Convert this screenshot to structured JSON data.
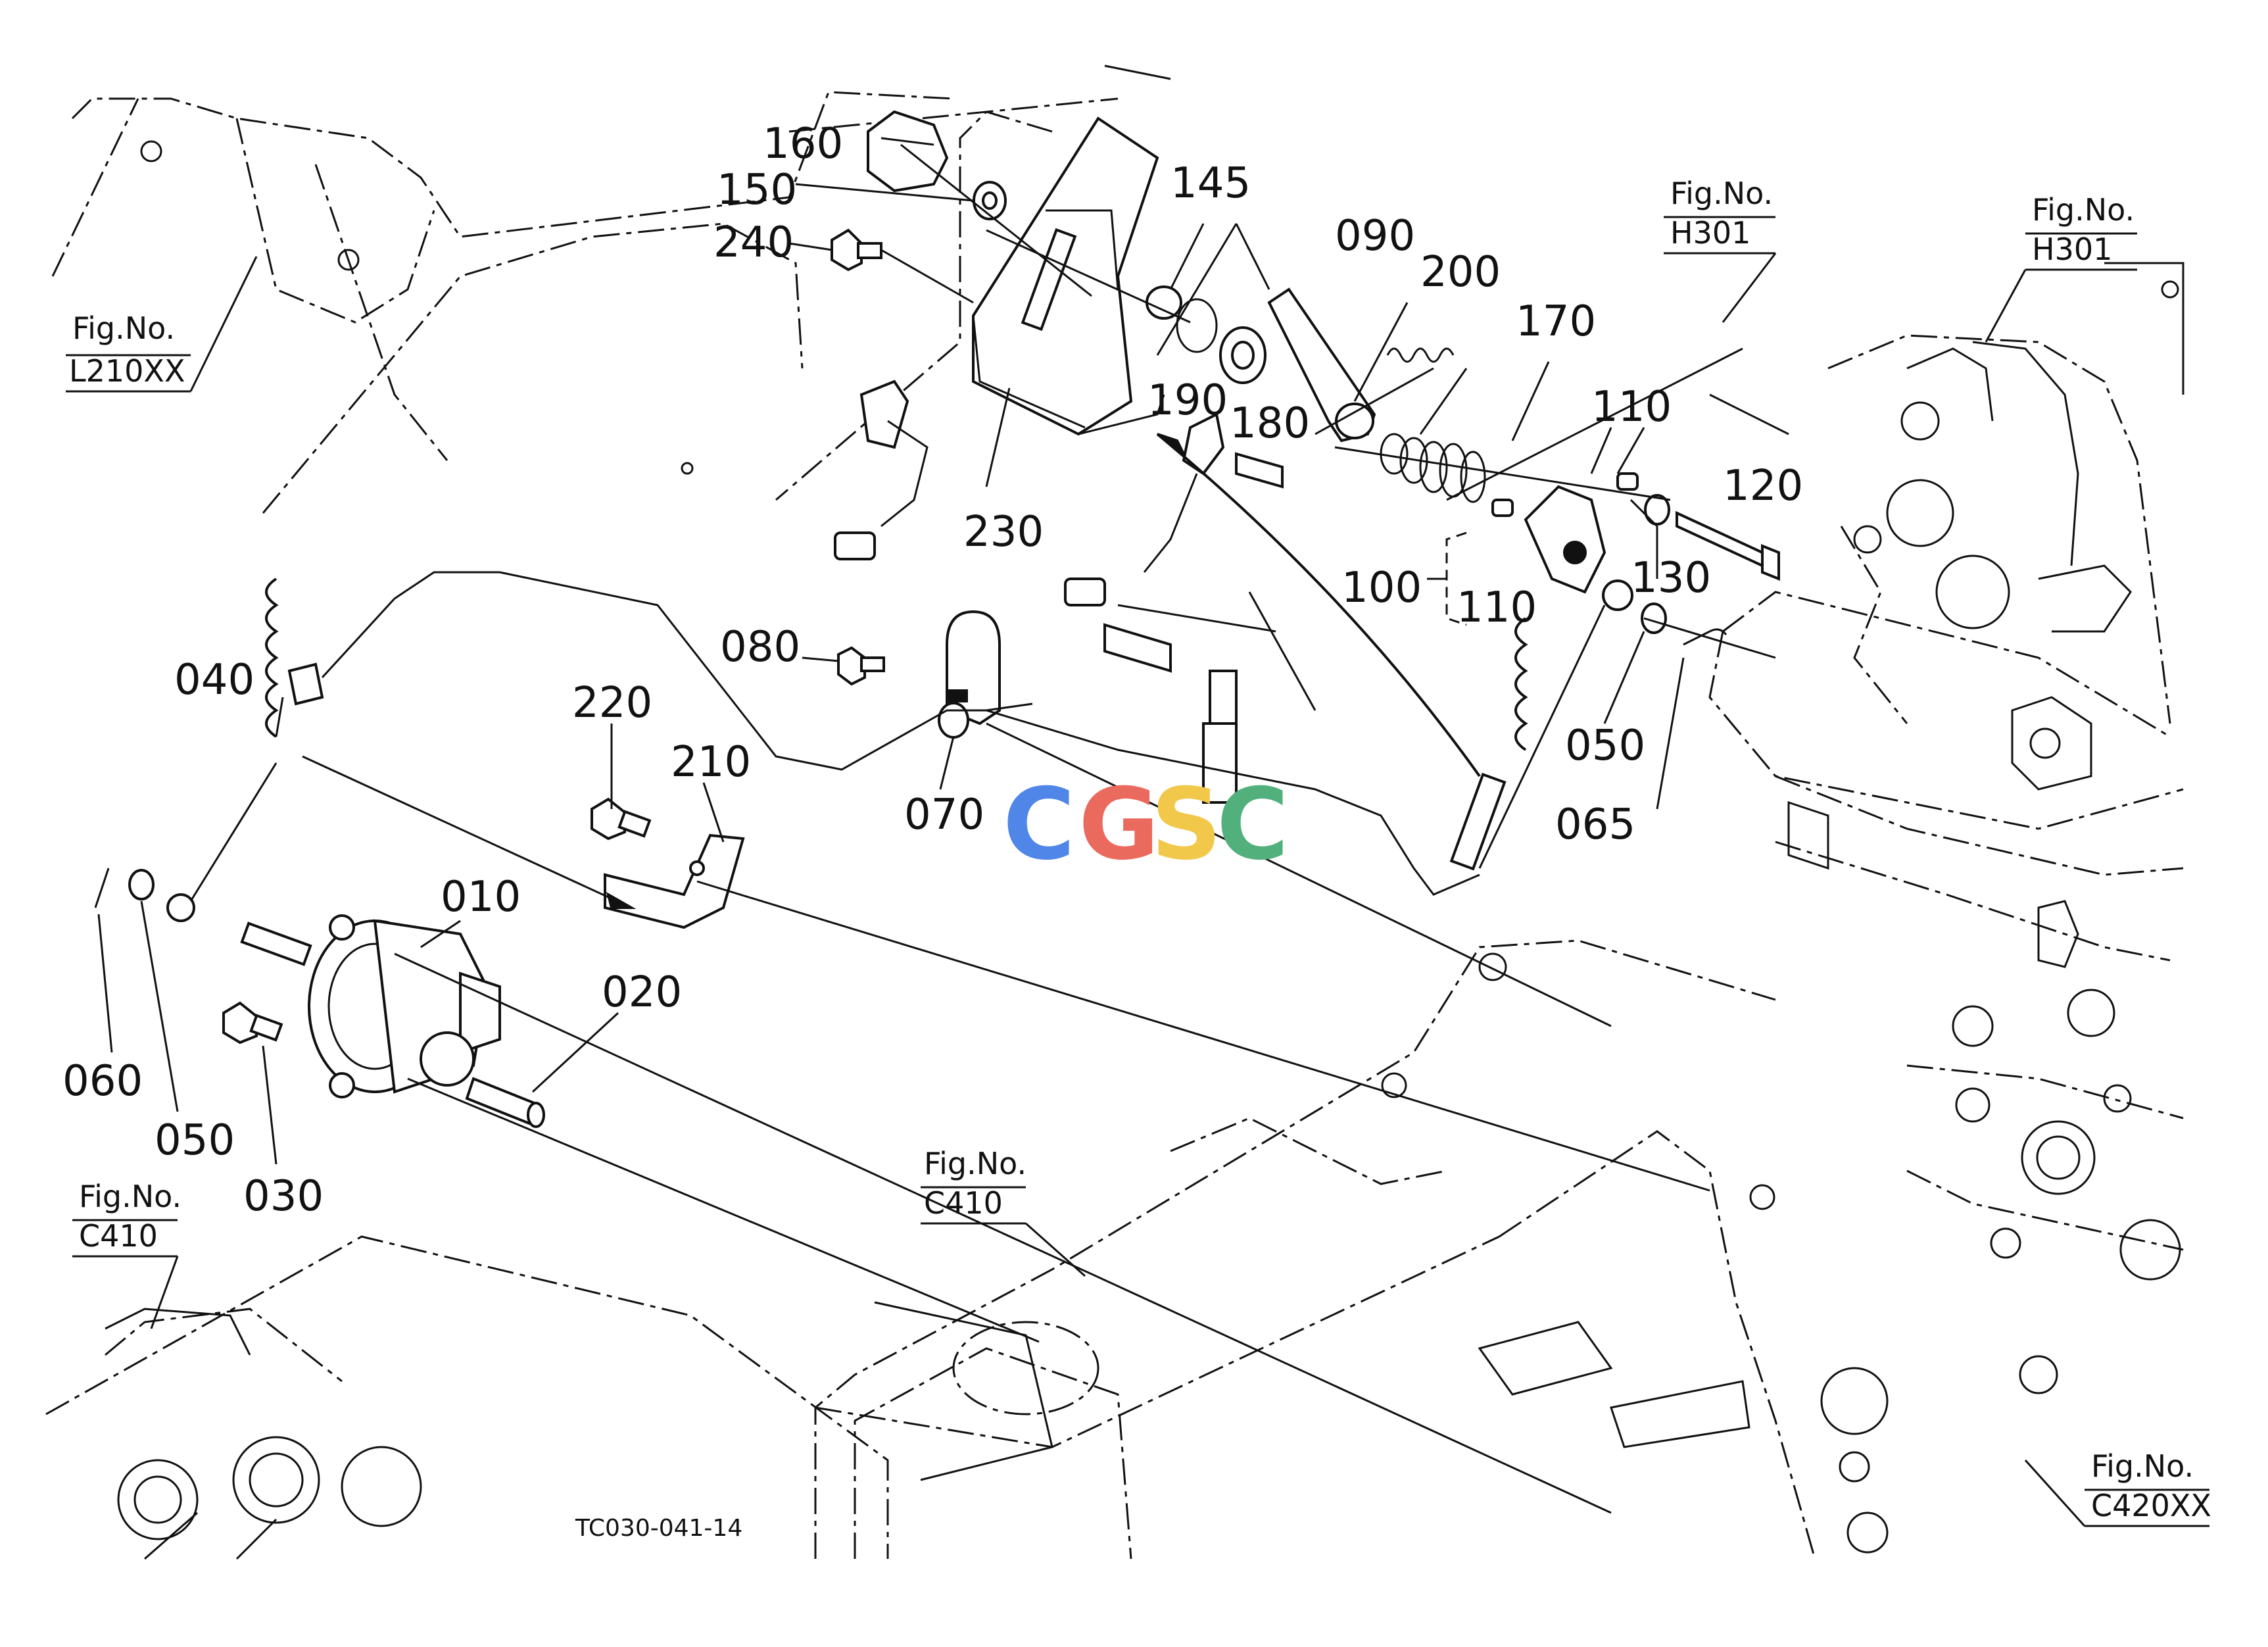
{
  "diagram": {
    "drawing_code": "TC030-041-14",
    "watermark": {
      "letters": [
        "C",
        "G",
        "S",
        "C"
      ],
      "colors": [
        "#4f86e8",
        "#ea6a5e",
        "#f2c84a",
        "#52b07d"
      ]
    },
    "part_labels": [
      "160",
      "150",
      "240",
      "145",
      "090",
      "200",
      "170",
      "190",
      "180",
      "110",
      "120",
      "230",
      "100",
      "110",
      "130",
      "080",
      "040",
      "220",
      "210",
      "070",
      "050",
      "065",
      "010",
      "020",
      "060",
      "050",
      "030"
    ],
    "fig_refs": [
      {
        "title": "Fig.No.",
        "code": "L210XX"
      },
      {
        "title": "Fig.No.",
        "code": "H301"
      },
      {
        "title": "Fig.No.",
        "code": "H301"
      },
      {
        "title": "Fig.No.",
        "code": "C410"
      },
      {
        "title": "Fig.No.",
        "code": "C410"
      },
      {
        "title": "Fig.No.",
        "code": "C420XX"
      }
    ]
  }
}
